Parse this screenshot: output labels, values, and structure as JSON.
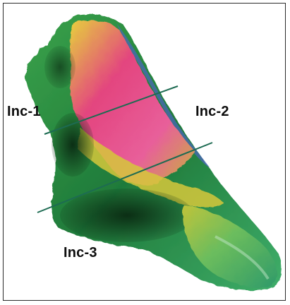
{
  "labels": {
    "inc1": "Inc-1",
    "inc2": "Inc-2",
    "inc3": "Inc-3"
  },
  "colors": {
    "cut_line": "#1d6b52",
    "label_text": "#0d0d0d",
    "magenta": "#e0408a",
    "yellow": "#d8c63a",
    "green": "#2f9a4a",
    "dark_green": "#0f3a1a",
    "blue_edge": "#4a67b8"
  }
}
